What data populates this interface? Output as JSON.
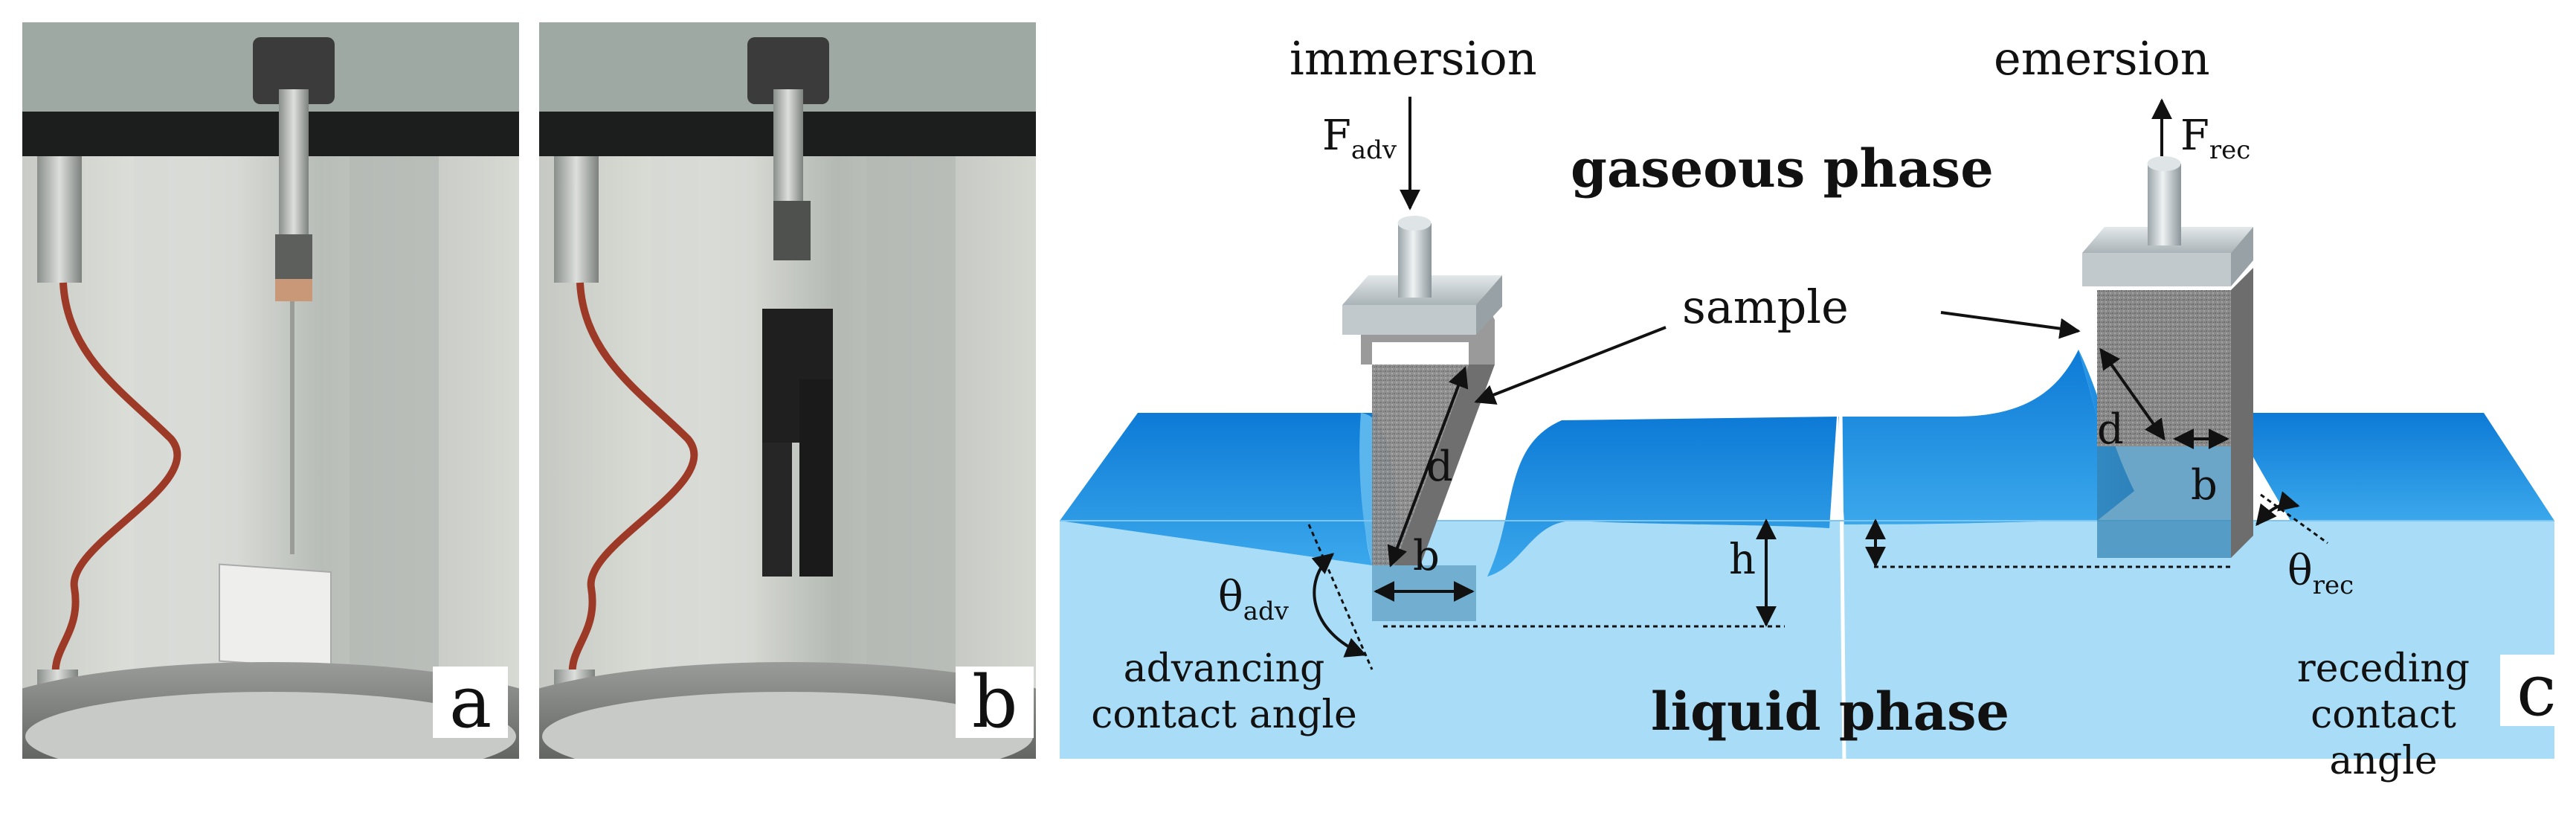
{
  "panels": {
    "a": {
      "letter": "a"
    },
    "b": {
      "letter": "b"
    },
    "c": {
      "letter": "c",
      "labels": {
        "immersion": "immersion",
        "emersion": "emersion",
        "gaseous_phase": "gaseous phase",
        "sample": "sample",
        "liquid_phase": "liquid phase",
        "advancing": [
          "advancing",
          "contact angle"
        ],
        "receding": [
          "receding",
          "contact angle"
        ],
        "h": "h",
        "d_left": "d",
        "d_right": "d",
        "b_left": "b",
        "b_right": "b",
        "F_adv": {
          "base": "F",
          "sub": "adv"
        },
        "F_rec": {
          "base": "F",
          "sub": "rec"
        },
        "theta_adv": {
          "base": "θ",
          "sub": "adv"
        },
        "theta_rec": {
          "base": "θ",
          "sub": "rec"
        }
      }
    }
  },
  "colors": {
    "liquid_front": "#a9dcf6",
    "liquid_top": "#1c8fe0",
    "sample_face": "#8d8d8d",
    "sample_cap": "#c6cdd0"
  }
}
